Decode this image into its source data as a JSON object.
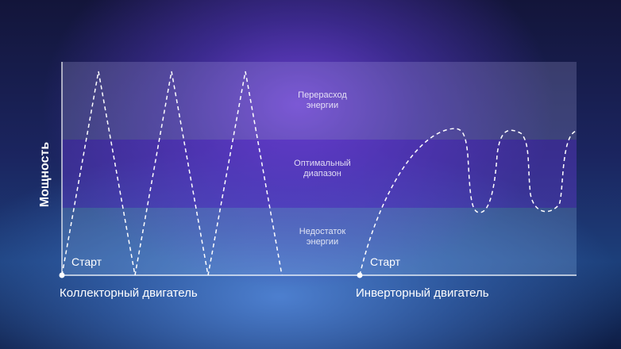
{
  "y_axis_label": "Мощность",
  "zones": [
    {
      "label": "Перерасход\nэнергии"
    },
    {
      "label": "Оптимальный\nдиапазон"
    },
    {
      "label": "Недостаток\nэнергии"
    }
  ],
  "start_labels": [
    "Старт",
    "Старт"
  ],
  "motors": [
    {
      "label": "Коллекторный двигатель"
    },
    {
      "label": "Инверторный двигатель"
    }
  ]
}
